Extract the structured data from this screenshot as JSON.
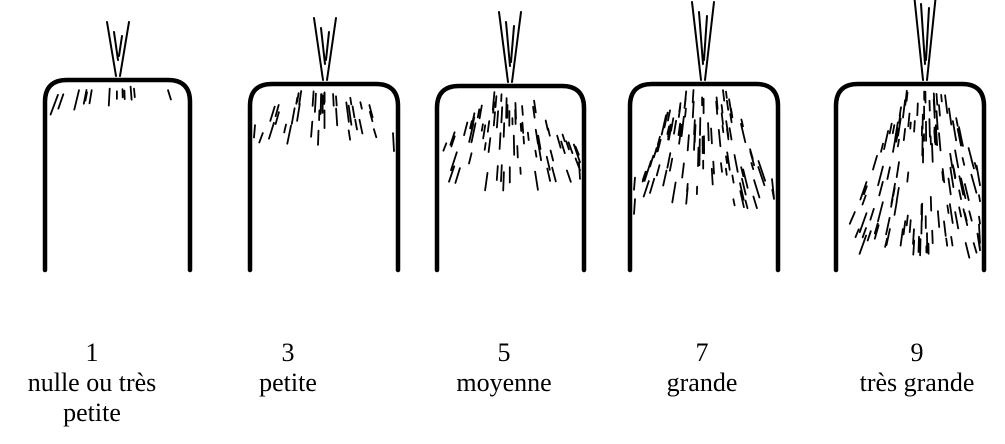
{
  "colors": {
    "ink": "#000000",
    "background": "#ffffff"
  },
  "levels": [
    {
      "score": "1",
      "label": "nulle ou très petite",
      "hatch_density": 0.05,
      "hatch_depth": 0.05
    },
    {
      "score": "3",
      "label": "petite",
      "hatch_density": 0.25,
      "hatch_depth": 0.25
    },
    {
      "score": "5",
      "label": "moyenne",
      "hatch_density": 0.5,
      "hatch_depth": 0.45
    },
    {
      "score": "7",
      "label": "grande",
      "hatch_density": 0.7,
      "hatch_depth": 0.6
    },
    {
      "score": "9",
      "label": "très grande",
      "hatch_density": 0.95,
      "hatch_depth": 0.85
    }
  ]
}
